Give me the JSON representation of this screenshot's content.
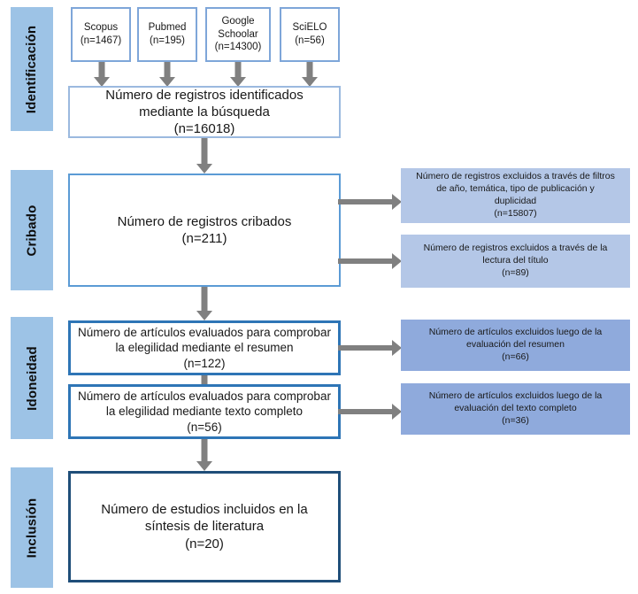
{
  "diagram": {
    "title": "PRISMA flow diagram",
    "language": "es",
    "colors": {
      "stage_label_bg": "#9DC3E6",
      "source_border": "#7EA6D9",
      "identified_border": "#9BB9DF",
      "screened_border": "#5B9BD5",
      "eligibility_border": "#2E75B6",
      "included_border": "#1F4E79",
      "excluded_light_bg": "#B4C7E7",
      "excluded_dark_bg": "#8FAADC",
      "arrow": "#808080",
      "page_bg": "#FFFFFF"
    }
  },
  "stages": [
    {
      "id": "identificacion",
      "label": "Identificación"
    },
    {
      "id": "cribado",
      "label": "Cribado"
    },
    {
      "id": "idoneidad",
      "label": "Idoneidad"
    },
    {
      "id": "inclusion",
      "label": "Inclusión"
    }
  ],
  "sources": [
    {
      "name": "Scopus",
      "count_label": "(n=1467)",
      "n": 1467
    },
    {
      "name": "Pubmed",
      "count_label": "(n=195)",
      "n": 195
    },
    {
      "name": "Google Schoolar",
      "count_label": "(n=14300)",
      "n": 14300
    },
    {
      "name": "SciELO",
      "count_label": "(n=56)",
      "n": 56
    }
  ],
  "boxes": {
    "identified": {
      "line1": "Número de registros identificados",
      "line2": "mediante la búsqueda",
      "count_label": "(n=16018)",
      "n": 16018
    },
    "screened": {
      "line1": "Número de registros cribados",
      "count_label": "(n=211)",
      "n": 211
    },
    "eligibility_abstract": {
      "line1": "Número de artículos evaluados para comprobar",
      "line2": "la elegilidad mediante el resumen",
      "count_label": "(n=122)",
      "n": 122
    },
    "eligibility_fulltext": {
      "line1": "Número de artículos evaluados para comprobar",
      "line2": "la elegilidad mediante texto completo",
      "count_label": "(n=56)",
      "n": 56
    },
    "included": {
      "line1": "Número de estudios incluidos en la",
      "line2": "síntesis de literatura",
      "count_label": "(n=20)",
      "n": 20
    }
  },
  "excluded": {
    "filters": {
      "line1": "Número de registros excluidos a través de filtros",
      "line2": "de año, temática, tipo de publicación y",
      "line3": "duplicidad",
      "count_label": "(n=15807)",
      "n": 15807
    },
    "title_reading": {
      "line1": "Número de registros excluidos a través de la",
      "line2": "lectura del título",
      "count_label": "(n=89)",
      "n": 89
    },
    "abstract_eval": {
      "line1": "Número de artículos excluidos luego de la",
      "line2": "evaluación del resumen",
      "count_label": "(n=66)",
      "n": 66
    },
    "fulltext_eval": {
      "line1": "Número de artículos excluidos luego de la",
      "line2": "evaluación del texto completo",
      "count_label": "(n=36)",
      "n": 36
    }
  }
}
